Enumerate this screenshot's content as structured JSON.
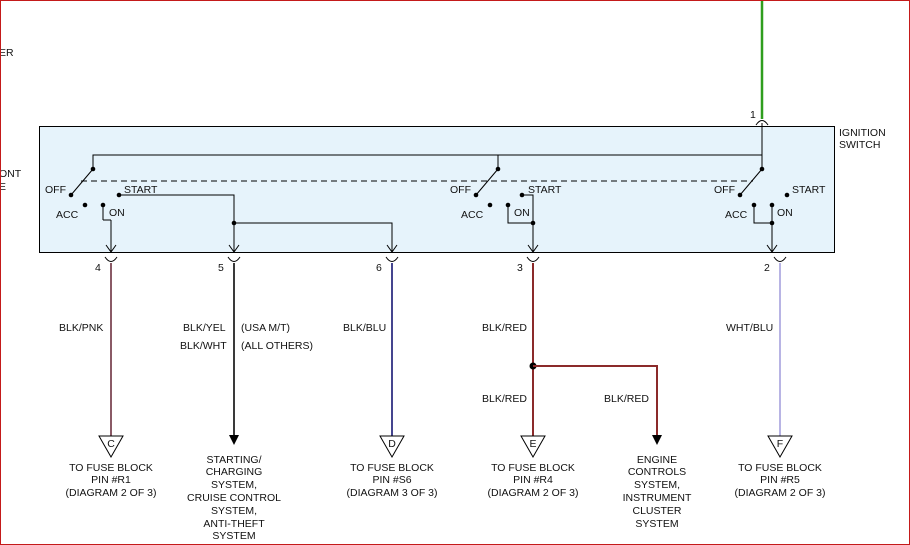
{
  "component_label": [
    "IGNITION",
    "SWITCH"
  ],
  "left_edge_fragments": [
    "ER",
    "ONT",
    "E"
  ],
  "switches": [
    {
      "off": "OFF",
      "acc": "ACC",
      "on": "ON",
      "start": "START"
    },
    {
      "off": "OFF",
      "acc": "ACC",
      "on": "ON",
      "start": "START"
    },
    {
      "off": "OFF",
      "acc": "ACC",
      "on": "ON",
      "start": "START"
    }
  ],
  "pins": [
    "1",
    "4",
    "5",
    "6",
    "3",
    "2"
  ],
  "wires": {
    "pin4": "BLK/PNK",
    "pin5_a": "BLK/YEL",
    "pin5_a_note": "(USA M/T)",
    "pin5_b": "BLK/WHT",
    "pin5_b_note": "(ALL OTHERS)",
    "pin6": "BLK/BLU",
    "pin3": "BLK/RED",
    "pin3_branch_down": "BLK/RED",
    "pin3_branch_right": "BLK/RED",
    "pin2": "WHT/BLU"
  },
  "connectors": [
    "C",
    "D",
    "E",
    "F"
  ],
  "destinations": {
    "c": [
      "TO FUSE BLOCK",
      "PIN #R1",
      "(DIAGRAM 2 OF 3)"
    ],
    "starting": [
      "STARTING/",
      "CHARGING",
      "SYSTEM,",
      "CRUISE CONTROL",
      "SYSTEM,",
      "ANTI-THEFT",
      "SYSTEM"
    ],
    "d": [
      "TO FUSE BLOCK",
      "PIN #S6",
      "(DIAGRAM 3 OF 3)"
    ],
    "e": [
      "TO FUSE BLOCK",
      "PIN #R4",
      "(DIAGRAM 2 OF 3)"
    ],
    "engine": [
      "ENGINE",
      "CONTROLS",
      "SYSTEM,",
      "INSTRUMENT",
      "CLUSTER",
      "SYSTEM"
    ],
    "f": [
      "TO FUSE BLOCK",
      "PIN #R5",
      "(DIAGRAM 2 OF 3)"
    ]
  },
  "colors": {
    "box_fill": "#e6f3fb",
    "blk_pnk": "#8a5a66",
    "blk": "#3a3a3a",
    "blk_blu": "#45458f",
    "blk_red": "#8b2a2a",
    "wht_blu": "#b8b4e4",
    "supply_green": "#2f9e1e",
    "frame_red": "#c41a1a"
  }
}
